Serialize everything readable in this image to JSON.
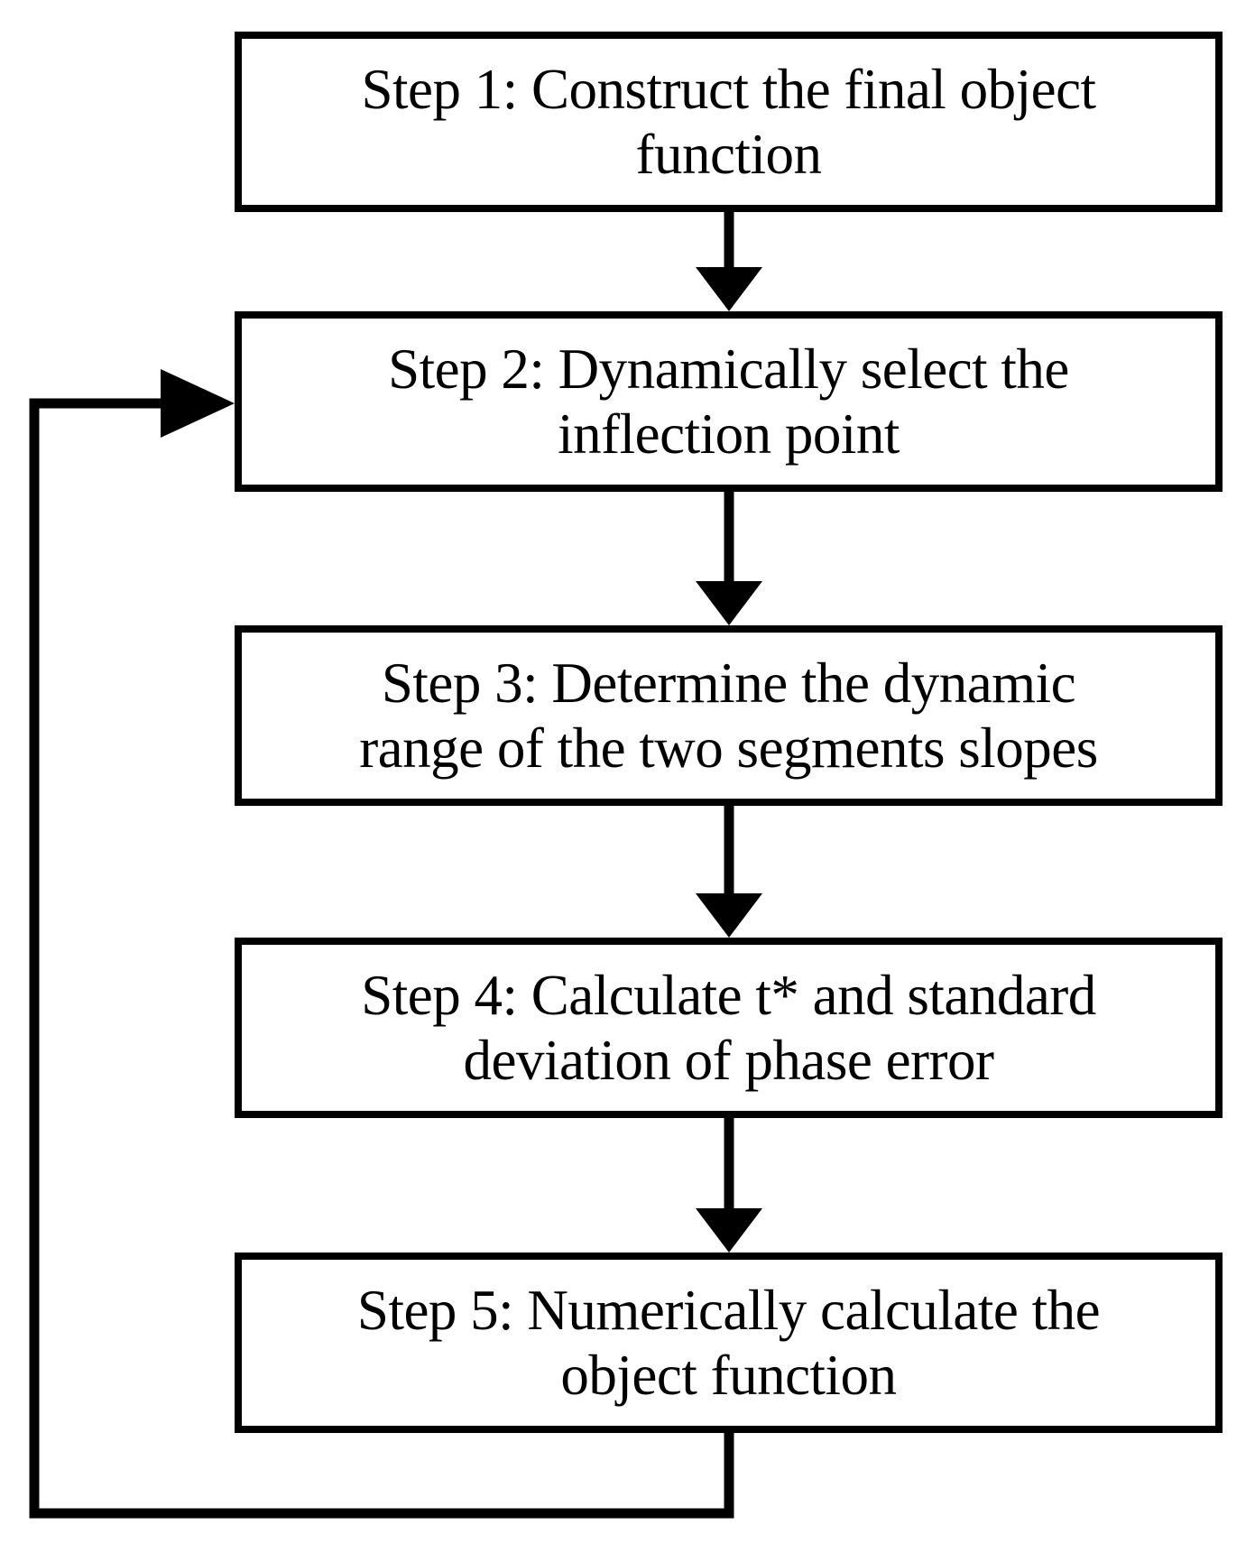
{
  "diagram": {
    "type": "flowchart",
    "orientation": "vertical",
    "background_color": "#ffffff",
    "line_color": "#000000",
    "steps": [
      {
        "id": "step-1",
        "label": "Step 1: Construct the final object\nfunction"
      },
      {
        "id": "step-2",
        "label": "Step 2: Dynamically select the\ninflection point"
      },
      {
        "id": "step-3",
        "label": "Step 3: Determine the dynamic\nrange of the two segments slopes"
      },
      {
        "id": "step-4",
        "label": "Step 4:  Calculate t*  and standard\ndeviation of phase error"
      },
      {
        "id": "step-5",
        "label": "Step 5: Numerically calculate the\nobject function"
      }
    ],
    "connectors": [
      {
        "id": "arrow-1-to-2",
        "from": "step-1",
        "to": "step-2",
        "direction": "down"
      },
      {
        "id": "arrow-2-to-3",
        "from": "step-2",
        "to": "step-3",
        "direction": "down"
      },
      {
        "id": "arrow-3-to-4",
        "from": "step-3",
        "to": "step-4",
        "direction": "down"
      },
      {
        "id": "arrow-4-to-5",
        "from": "step-4",
        "to": "step-5",
        "direction": "down"
      },
      {
        "id": "feedback-loop-5-to-2",
        "from": "step-5",
        "to": "step-2",
        "direction": "left-up-right"
      }
    ]
  }
}
